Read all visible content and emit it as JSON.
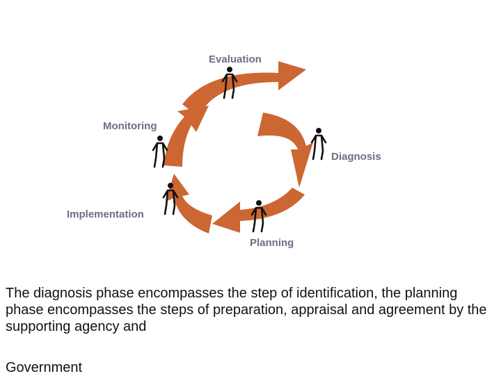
{
  "diagram": {
    "stages": {
      "evaluation": "Evaluation",
      "diagnosis": "Diagnosis",
      "planning": "Planning",
      "implementation": "Implementation",
      "monitoring": "Monitoring"
    },
    "icons": [
      "person-icon"
    ],
    "colors": {
      "arrow": "#cc6633",
      "label": "#6d6d86"
    }
  },
  "caption": {
    "text": "The diagnosis phase encompasses the step of identification, the planning phase encompasses the steps of preparation, appraisal and agreement by the supporting agency and",
    "tail": "Government"
  }
}
